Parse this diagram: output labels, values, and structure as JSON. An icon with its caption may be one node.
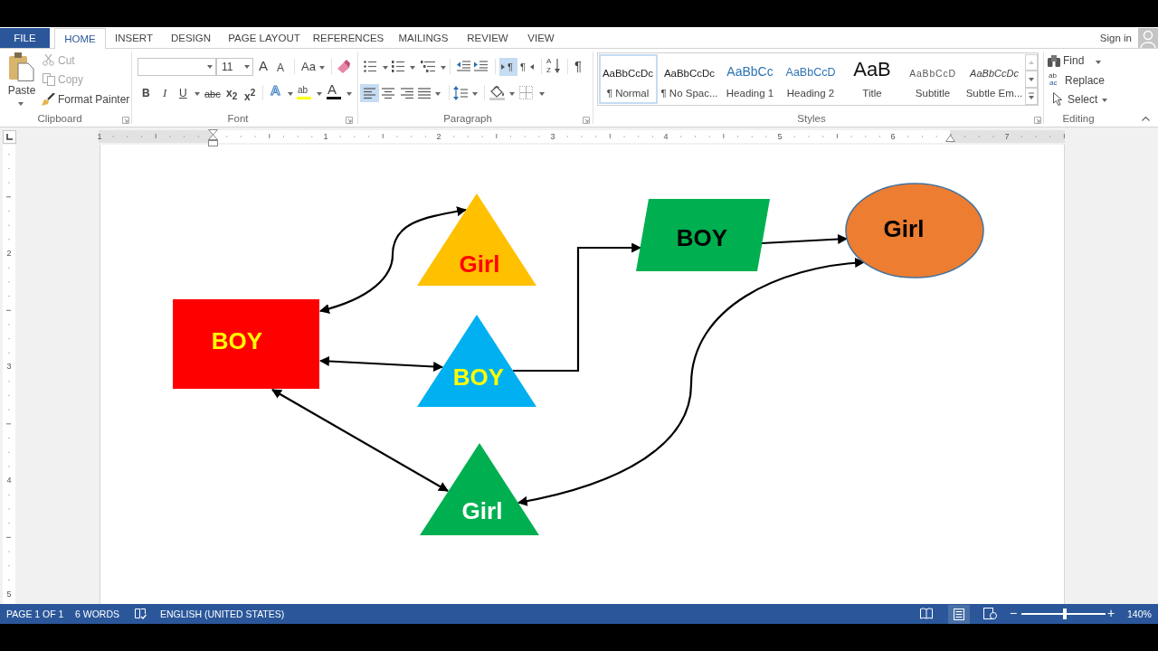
{
  "diagram": {
    "nodes": [
      {
        "text": [
          "Girl"
        ]
      },
      {
        "text": [
          "BOY"
        ]
      },
      {
        "text": [
          "Girl"
        ]
      },
      {
        "text": [
          "BOY"
        ]
      },
      {
        "text": [
          "BOY"
        ]
      },
      {
        "text": [
          "Girl"
        ]
      }
    ],
    "edges": [
      {
        "from": 3,
        "to": 0,
        "arrow": "both"
      },
      {
        "from": 3,
        "to": 4,
        "arrow": "both"
      },
      {
        "from": 3,
        "to": 5,
        "arrow": "both"
      },
      {
        "from": 4,
        "to": 1,
        "arrow": "to"
      },
      {
        "from": 1,
        "to": 2,
        "arrow": "to"
      },
      {
        "from": 5,
        "to": 2,
        "arrow": "both"
      }
    ],
    "labels": [
      "FILE",
      "HOME",
      "INSERT",
      "DESIGN",
      "PAGE LAYOUT",
      "REFERENCES",
      "MAILINGS",
      "REVIEW",
      "VIEW",
      "Sign in",
      "Paste",
      "Cut",
      "Copy",
      "Format Painter",
      "11",
      "A",
      "A",
      "Aa",
      "B",
      "I",
      "U",
      "abc",
      "x$_{2}$",
      "x$^{2}$",
      "A",
      "ab",
      "A",
      "¶",
      "¶",
      "A",
      "Z",
      "¶",
      "AaBbCcDc",
      "¶ Normal",
      "AaBbCcDc",
      "¶ No Spac...",
      "AaBbCc",
      "Heading 1",
      "AaBbCcD",
      "Heading 2",
      "AaB",
      "Title",
      "AaBbCcD",
      "Subtitle",
      "AaBbCcDc",
      "Subtle Em...",
      "Find",
      "ab",
      "ac",
      "Replace",
      "Select",
      "Clipboard",
      "Font",
      "Paragraph",
      "Styles",
      "Editing",
      "1",
      "1",
      "2",
      "3",
      "4",
      "5",
      "6",
      "7",
      "2",
      "3",
      "4",
      "5",
      "PAGE 1 OF 1",
      "6 WORDS",
      "ENGLISH (UNITED STATES)",
      "−",
      "+",
      "140%"
    ]
  }
}
